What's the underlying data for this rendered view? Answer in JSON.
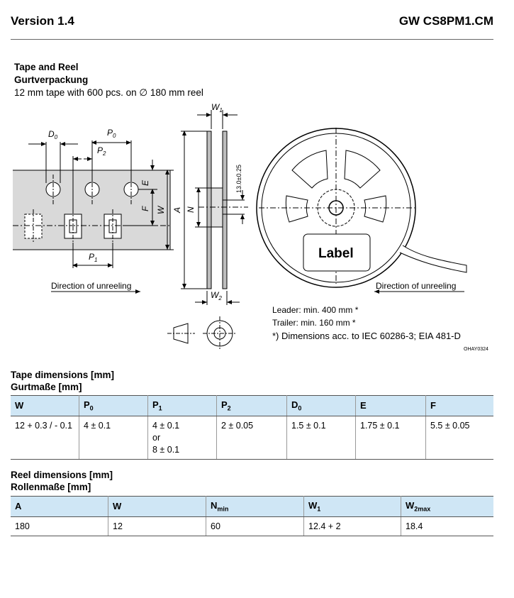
{
  "header": {
    "version": "Version 1.4",
    "part": "GW CS8PM1.CM"
  },
  "intro": {
    "title_en": "Tape and Reel",
    "title_de": "Gurtverpackung",
    "description": "12 mm tape with 600 pcs. on ∅ 180 mm reel"
  },
  "drawing": {
    "tape_labels": {
      "d0": "D",
      "d0_sub": "0",
      "p0": "P",
      "p0_sub": "0",
      "p2": "P",
      "p2_sub": "2",
      "p1": "P",
      "p1_sub": "1",
      "e": "E",
      "f": "F",
      "w": "W",
      "direction": "Direction of unreeling"
    },
    "side_labels": {
      "w1": "W",
      "w1_sub": "1",
      "w2": "W",
      "w2_sub": "2",
      "a": "A",
      "n": "N",
      "hub": "13.0±0.25"
    },
    "reel_labels": {
      "label": "Label",
      "direction": "Direction of unreeling",
      "leader": "Leader:   min. 400 mm *",
      "trailer": "Trailer:   min. 160 mm *",
      "footnote": "*) Dimensions acc. to IEC 60286-3; EIA 481-D",
      "code": "OHAY0324"
    }
  },
  "tape_table": {
    "title_en": "Tape dimensions [mm]",
    "title_de": "Gurtmaße [mm]",
    "headers": [
      {
        "main": "W",
        "sub": ""
      },
      {
        "main": "P",
        "sub": "0"
      },
      {
        "main": "P",
        "sub": "1"
      },
      {
        "main": "P",
        "sub": "2"
      },
      {
        "main": "D",
        "sub": "0"
      },
      {
        "main": "E",
        "sub": ""
      },
      {
        "main": "F",
        "sub": ""
      }
    ],
    "values": {
      "w": "12 + 0.3 / - 0.1",
      "p0": "4 ± 0.1",
      "p1_a": "4 ± 0.1",
      "p1_or": "or",
      "p1_b": "8 ± 0.1",
      "p2": "2 ± 0.05",
      "d0": "1.5 ± 0.1",
      "e": "1.75 ± 0.1",
      "f": "5.5 ± 0.05"
    }
  },
  "reel_table": {
    "title_en": "Reel dimensions [mm]",
    "title_de": "Rollenmaße [mm]",
    "headers": [
      {
        "main": "A",
        "sub": ""
      },
      {
        "main": "W",
        "sub": ""
      },
      {
        "main": "N",
        "sub": "min"
      },
      {
        "main": "W",
        "sub": "1"
      },
      {
        "main": "W",
        "sub": "2max"
      }
    ],
    "values": [
      "180",
      "12",
      "60",
      "12.4 + 2",
      "18.4"
    ]
  }
}
